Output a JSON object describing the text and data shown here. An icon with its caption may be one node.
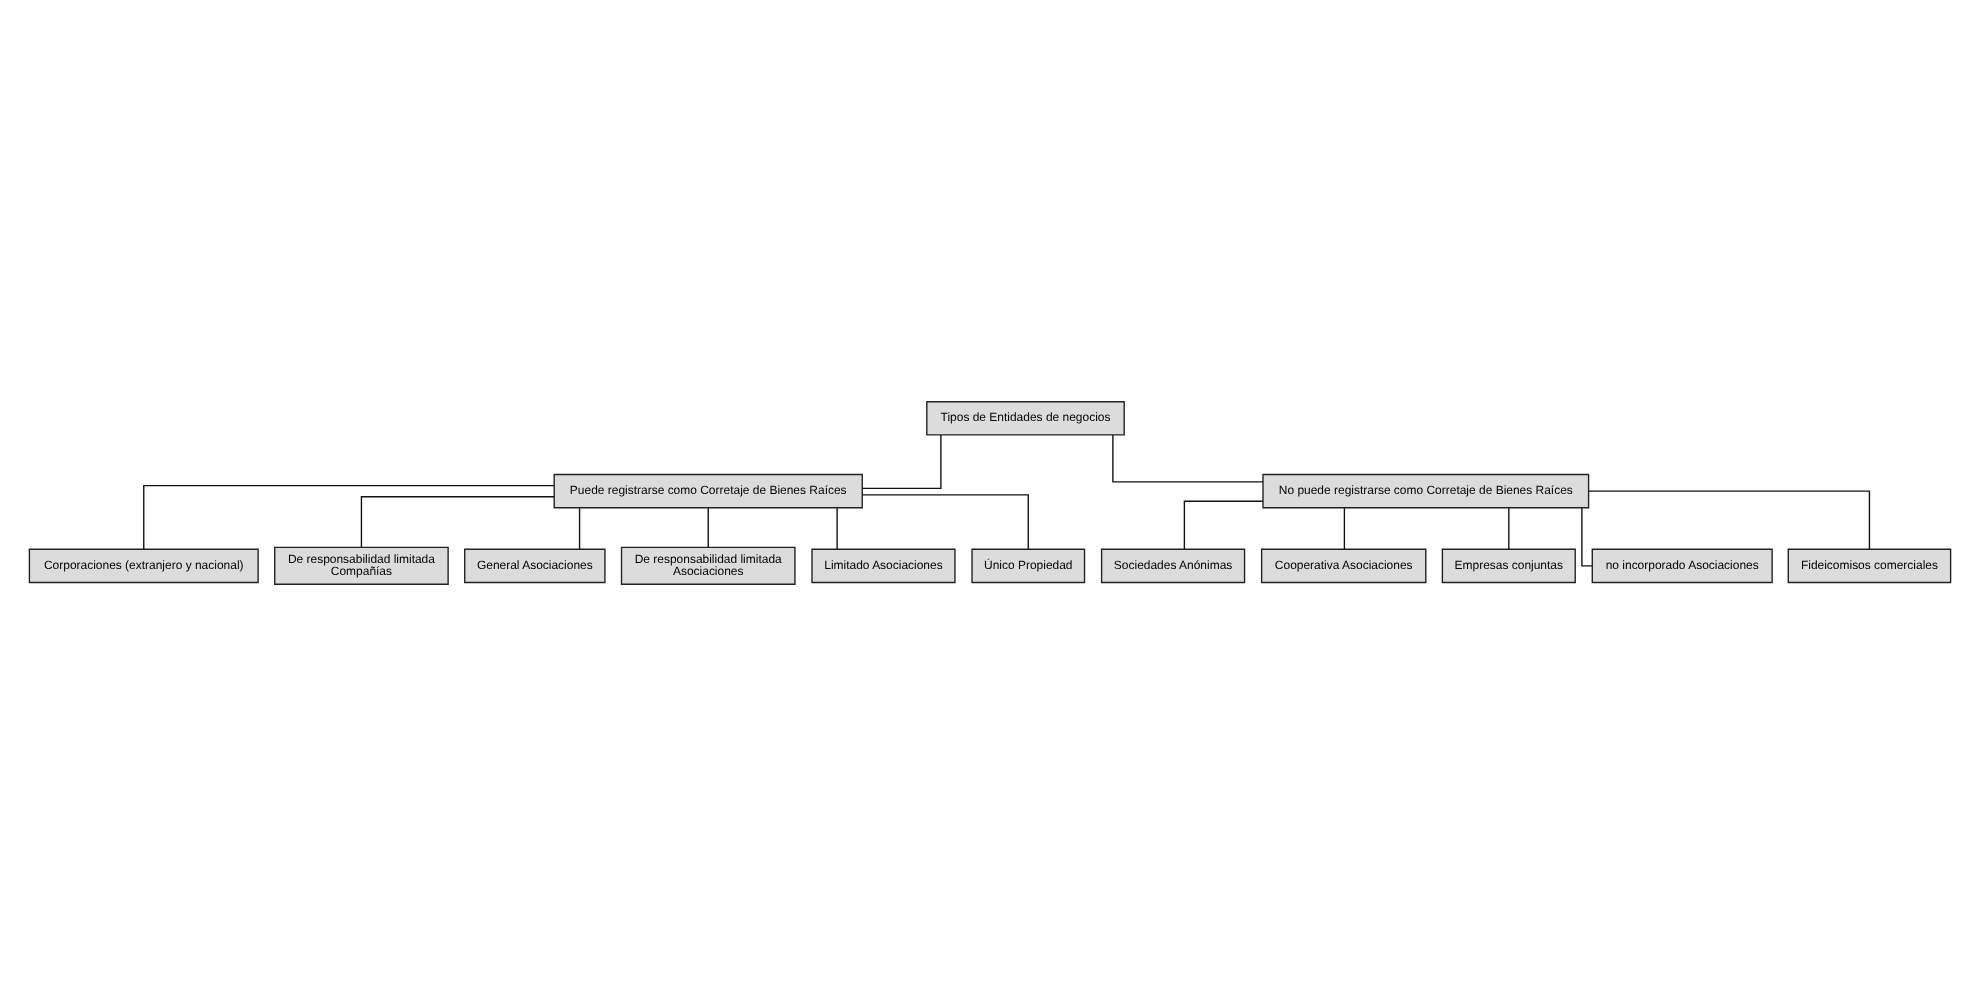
{
  "diagram": {
    "nodes": [
      {
        "text": [
          "Tipos de Entidades de negocios"
        ]
      },
      {
        "text": [
          "Puede registrarse como Corretaje de Bienes Raíces"
        ]
      },
      {
        "text": [
          "No puede registrarse como Corretaje de Bienes Raíces"
        ]
      },
      {
        "text": [
          "Corporaciones (extranjero y nacional)"
        ]
      },
      {
        "text": [
          "De responsabilidad limitada",
          "Compañías"
        ]
      },
      {
        "text": [
          "General Asociaciones"
        ]
      },
      {
        "text": [
          "De responsabilidad limitada",
          "Asociaciones"
        ]
      },
      {
        "text": [
          "Limitado Asociaciones"
        ]
      },
      {
        "text": [
          "Único Propiedad"
        ]
      },
      {
        "text": [
          "Sociedades Anónimas"
        ]
      },
      {
        "text": [
          "Cooperativa Asociaciones"
        ]
      },
      {
        "text": [
          "Empresas conjuntas"
        ]
      },
      {
        "text": [
          "no incorporado Asociaciones"
        ]
      },
      {
        "text": [
          "Fideicomisos comerciales"
        ]
      }
    ],
    "edges": [
      {
        "from": 0,
        "to": 1,
        "arrow": "none"
      },
      {
        "from": 0,
        "to": 2,
        "arrow": "none"
      },
      {
        "from": 1,
        "to": 3,
        "arrow": "none"
      },
      {
        "from": 1,
        "to": 4,
        "arrow": "none"
      },
      {
        "from": 1,
        "to": 5,
        "arrow": "none"
      },
      {
        "from": 1,
        "to": 6,
        "arrow": "none"
      },
      {
        "from": 1,
        "to": 7,
        "arrow": "none"
      },
      {
        "from": 1,
        "to": 8,
        "arrow": "none"
      },
      {
        "from": 2,
        "to": 9,
        "arrow": "none"
      },
      {
        "from": 2,
        "to": 10,
        "arrow": "none"
      },
      {
        "from": 2,
        "to": 11,
        "arrow": "none"
      },
      {
        "from": 2,
        "to": 12,
        "arrow": "none"
      },
      {
        "from": 2,
        "to": 13,
        "arrow": "none"
      }
    ]
  }
}
